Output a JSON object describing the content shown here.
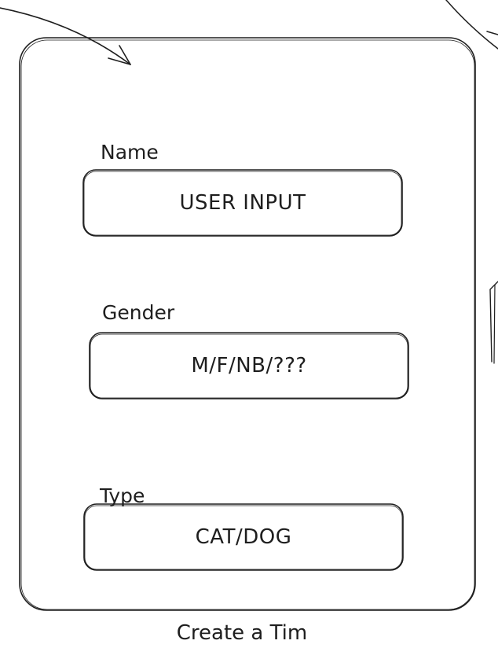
{
  "form": {
    "fields": [
      {
        "label": "Name",
        "value": "USER INPUT"
      },
      {
        "label": "Gender",
        "value": "M/F/NB/???"
      },
      {
        "label": "Type",
        "value": "CAT/DOG"
      }
    ]
  },
  "caption": "Create a Tim",
  "colors": {
    "stroke": "#1e1e1e",
    "background": "#ffffff"
  },
  "icons": {
    "top_left": "arrow-icon",
    "top_right": "arrow-icon"
  }
}
